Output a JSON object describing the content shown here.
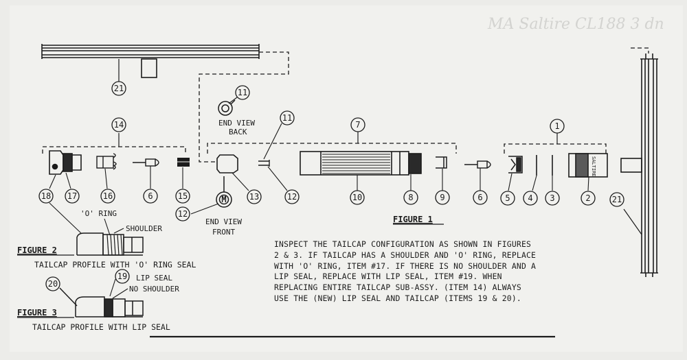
{
  "labels": {
    "end_view_back_1": "END VIEW",
    "end_view_back_2": "BACK",
    "end_view_front_1": "END VIEW",
    "end_view_front_2": "FRONT",
    "o_ring": "'O' RING",
    "shoulder": "SHOULDER",
    "lip_seal": "LIP SEAL",
    "no_shoulder": "NO SHOULDER",
    "saltire_band": "SALTIRE",
    "handwriting": "MA Saltire CL188 3 dn"
  },
  "figures": {
    "fig1": "FIGURE 1",
    "fig2": "FIGURE 2",
    "fig2_caption": "TAILCAP PROFILE WITH 'O' RING SEAL",
    "fig3": "FIGURE 3",
    "fig3_caption": "TAILCAP PROFILE WITH LIP SEAL"
  },
  "callouts": {
    "c21a": "21",
    "c11a": "11",
    "c14": "14",
    "c11b": "11",
    "c7": "7",
    "c1": "1",
    "c18": "18",
    "c17": "17",
    "c16": "16",
    "c6a": "6",
    "c15": "15",
    "c13": "13",
    "c12a": "12",
    "c12b": "12",
    "c10": "10",
    "c8": "8",
    "c9": "9",
    "c6b": "6",
    "c5": "5",
    "c4": "4",
    "c3": "3",
    "c2": "2",
    "c21b": "21",
    "c19": "19",
    "c20": "20"
  },
  "note_lines": [
    "INSPECT THE TAILCAP CONFIGURATION AS SHOWN IN FIGURES",
    "2 & 3. IF TAILCAP HAS A SHOULDER AND 'O' RING, REPLACE",
    "WITH 'O' RING, ITEM #17. IF THERE IS NO SHOULDER AND A",
    "LIP SEAL, REPLACE WITH LIP SEAL, ITEM #19. WHEN",
    "REPLACING ENTIRE TAILCAP SUB-ASSY. (ITEM 14) ALWAYS",
    "USE THE (NEW) LIP SEAL AND TAILCAP (ITEMS 19 & 20)."
  ]
}
